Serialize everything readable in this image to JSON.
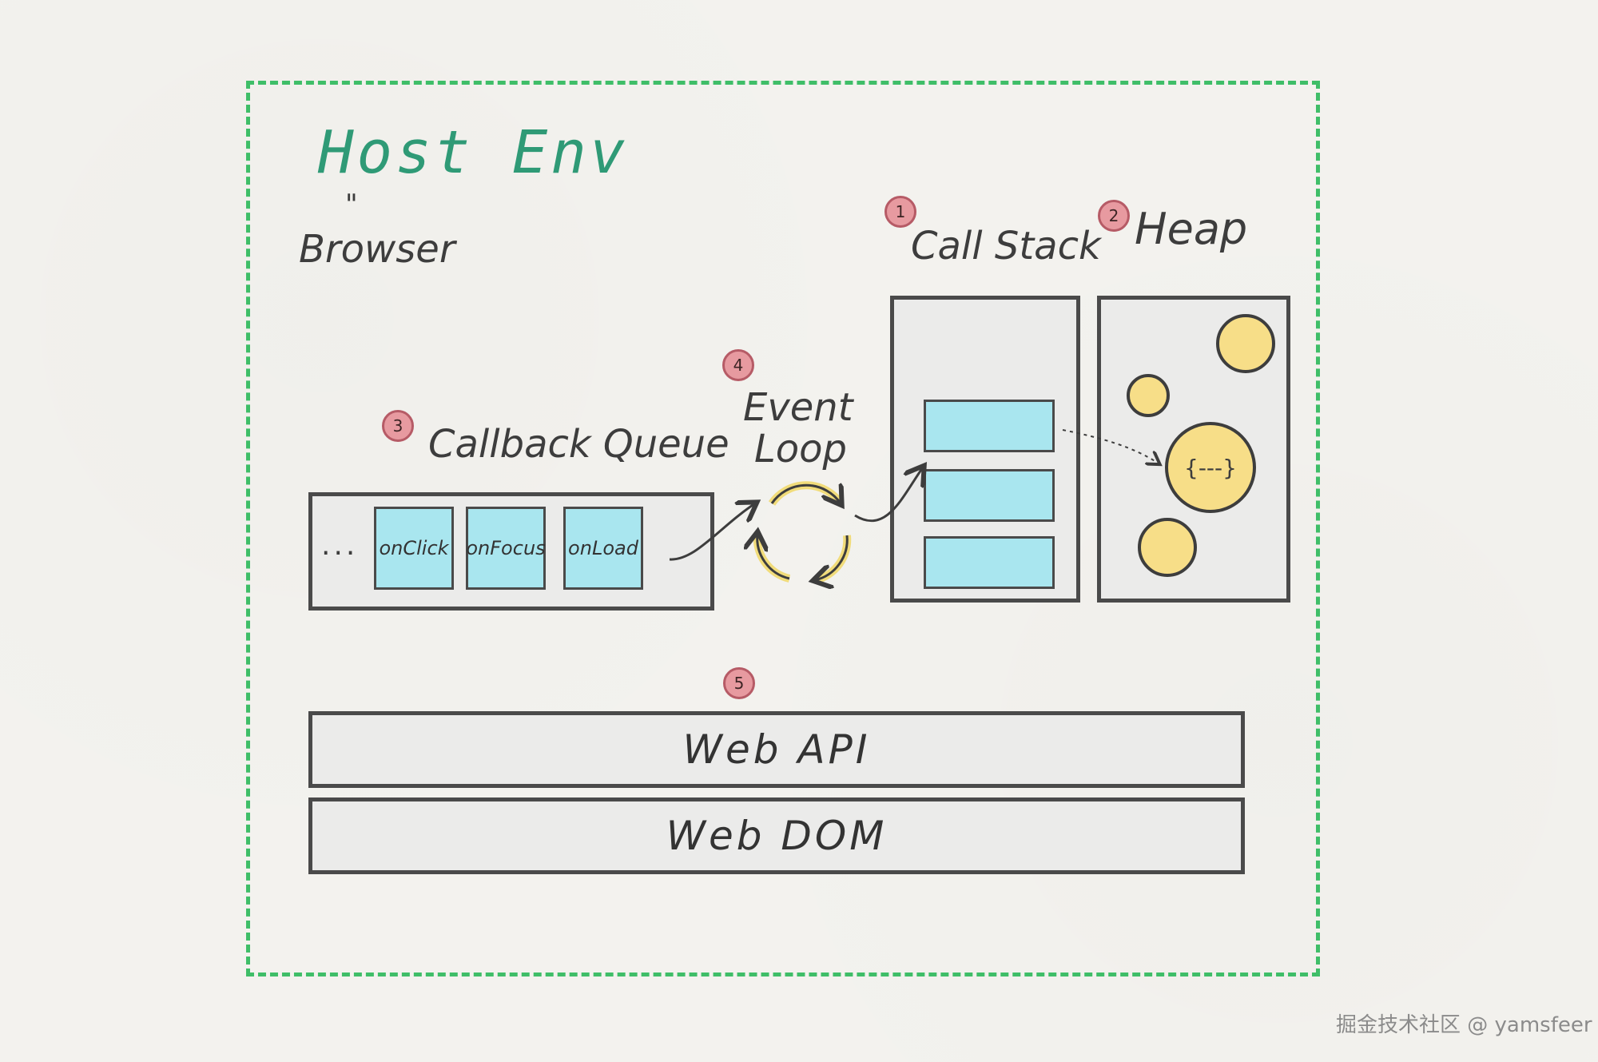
{
  "diagram": {
    "title": "Host Env",
    "equals_mark": "\"",
    "subtitle": "Browser",
    "sections": {
      "call_stack": {
        "number": "1",
        "label": "Call Stack"
      },
      "heap": {
        "number": "2",
        "label": "Heap",
        "object_label": "{---}"
      },
      "callback_queue": {
        "number": "3",
        "label": "Callback Queue",
        "ellipsis": "...",
        "items": [
          "onClick",
          "onFocus",
          "onLoad"
        ]
      },
      "event_loop": {
        "number": "4",
        "label_line1": "Event",
        "label_line2": "Loop"
      },
      "web": {
        "number": "5",
        "api_label": "Web API",
        "dom_label": "Web DOM"
      }
    },
    "colors": {
      "frame_border": "#3fbe68",
      "title": "#2f9a76",
      "badge": "#e79aa0",
      "stack_frame": "#a9e6ef",
      "heap_object": "#f7de88",
      "loop_arrow": "#f1dc7a"
    }
  },
  "watermark": "掘金技术社区 @ yamsfeer"
}
